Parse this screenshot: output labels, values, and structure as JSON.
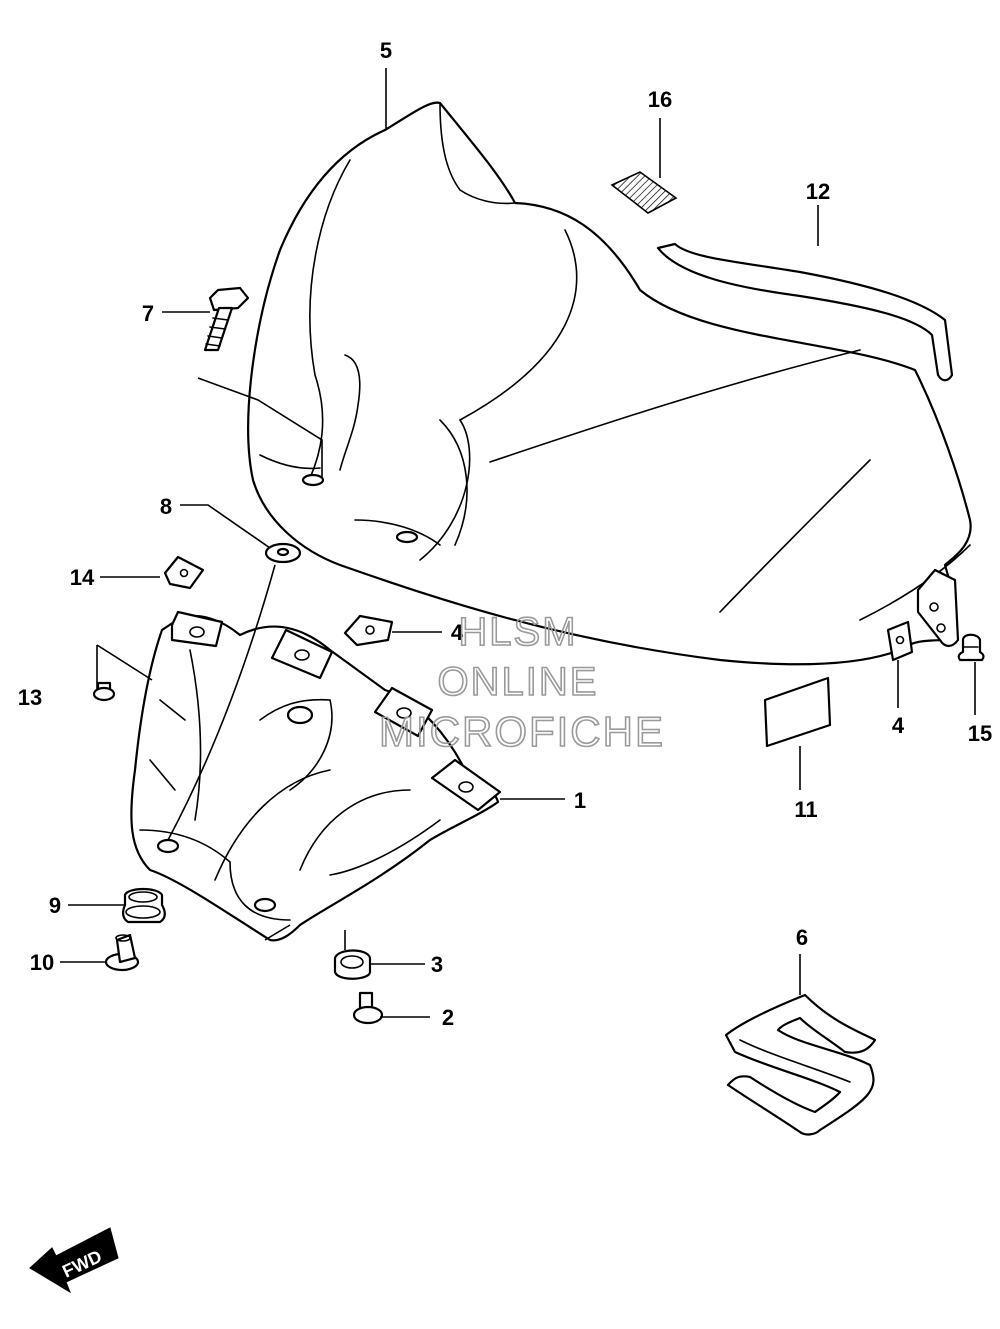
{
  "watermark": {
    "line1": "HLSM",
    "line2": "ONLINE",
    "line3": "MICROFICHE"
  },
  "direction_badge": "FWD",
  "callouts": {
    "c1": "1",
    "c2": "2",
    "c3": "3",
    "c4a": "4",
    "c4b": "4",
    "c5": "5",
    "c6": "6",
    "c7": "7",
    "c8": "8",
    "c9": "9",
    "c10": "10",
    "c11": "11",
    "c12": "12",
    "c13": "13",
    "c14": "14",
    "c15": "15",
    "c16": "16"
  },
  "colors": {
    "line": "#000000",
    "watermark": "#9a9a9a",
    "background": "#ffffff"
  }
}
